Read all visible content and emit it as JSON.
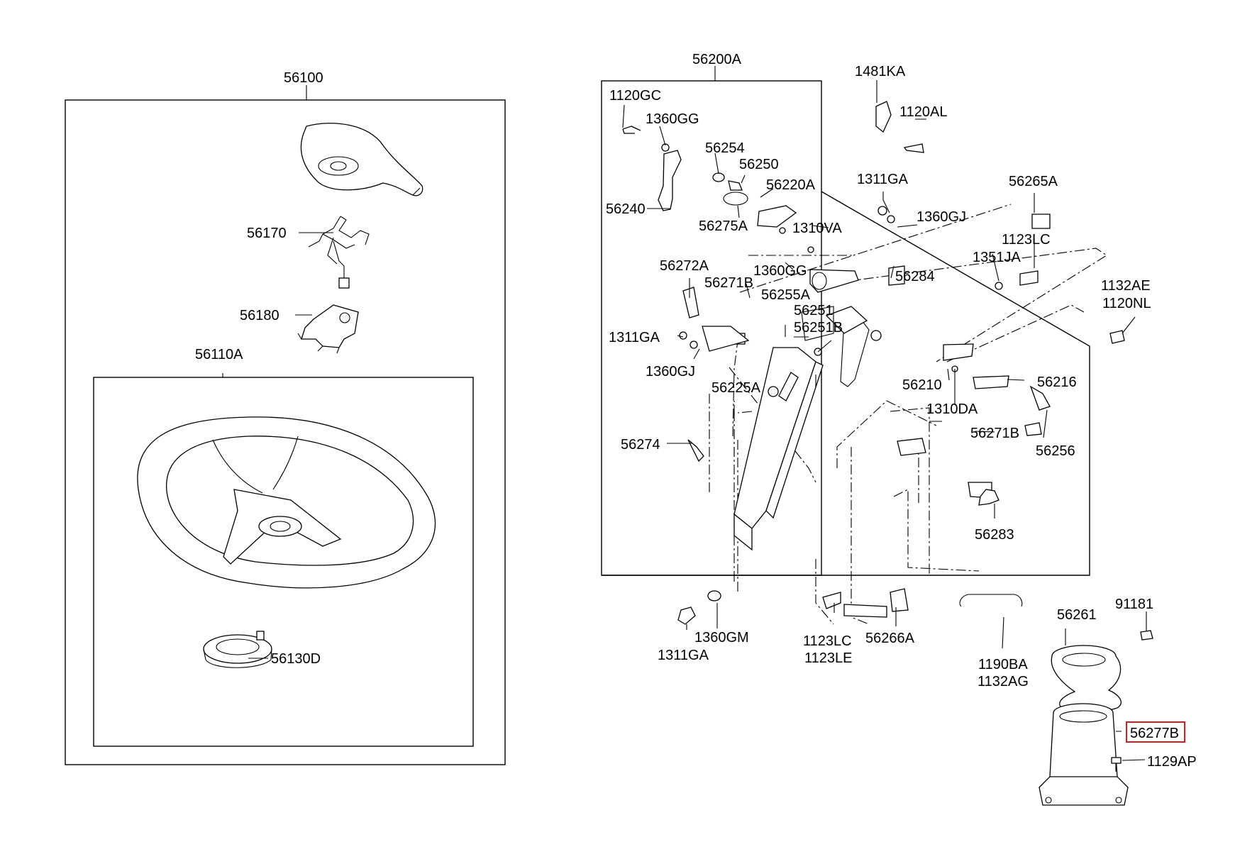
{
  "diagram": {
    "highlight_color": "#d41e1e",
    "line_color": "#000000",
    "labels": {
      "l_56100": "56100",
      "l_56170": "56170",
      "l_56180": "56180",
      "l_56110A": "56110A",
      "l_56130D": "56130D",
      "l_56200A": "56200A",
      "l_1481KA": "1481KA",
      "l_1120GC": "1120GC",
      "l_1360GG_top": "1360GG",
      "l_1120AL": "1120AL",
      "l_56254": "56254",
      "l_56250": "56250",
      "l_56220A": "56220A",
      "l_1311GA_top": "1311GA",
      "l_56265A": "56265A",
      "l_56240": "56240",
      "l_56275A": "56275A",
      "l_1310VA": "1310VA",
      "l_1360GJ_top": "1360GJ",
      "l_1123LC_top": "1123LC",
      "l_1351JA": "1351JA",
      "l_56272A": "56272A",
      "l_1360GG_mid": "1360GG",
      "l_56284": "56284",
      "l_56271B_left": "56271B",
      "l_56255A": "56255A",
      "l_1132AE": "1132AE",
      "l_1120NL": "1120NL",
      "l_56251": "56251",
      "l_56251B": "56251B",
      "l_1311GA_mid": "1311GA",
      "l_1360GJ_mid": "1360GJ",
      "l_56210": "56210",
      "l_56216": "56216",
      "l_56225A": "56225A",
      "l_1310DA": "1310DA",
      "l_56271B_right": "56271B",
      "l_56274": "56274",
      "l_56256": "56256",
      "l_56283": "56283",
      "l_91181": "91181",
      "l_56261": "56261",
      "l_1311GA_bottom": "1311GA",
      "l_1360GM": "1360GM",
      "l_1123LC_bottom": "1123LC",
      "l_1123LE": "1123LE",
      "l_56266A": "56266A",
      "l_1190BA": "1190BA",
      "l_1132AG": "1132AG",
      "l_56277B": "56277B",
      "l_1129AP": "1129AP"
    }
  }
}
